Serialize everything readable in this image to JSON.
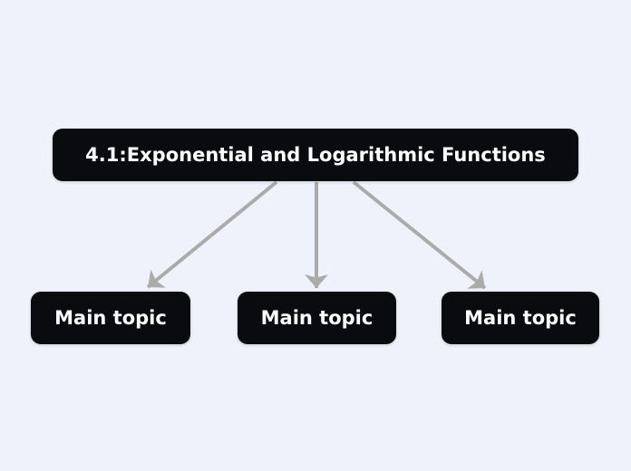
{
  "diagram": {
    "type": "mindmap",
    "background_color": "#eff2fa",
    "node_fill_color": "#0a0b0f",
    "node_text_color": "#ffffff",
    "connector_color": "#ababab",
    "root": {
      "label": "4.1:Exponential and Logarithmic Functions"
    },
    "children": [
      {
        "label": "Main topic"
      },
      {
        "label": "Main topic"
      },
      {
        "label": "Main topic"
      }
    ],
    "connectors": [
      {
        "from": "root",
        "to": "main-topic-1",
        "style": "arrow"
      },
      {
        "from": "root",
        "to": "main-topic-2",
        "style": "arrow"
      },
      {
        "from": "root",
        "to": "main-topic-3",
        "style": "arrow"
      }
    ]
  }
}
